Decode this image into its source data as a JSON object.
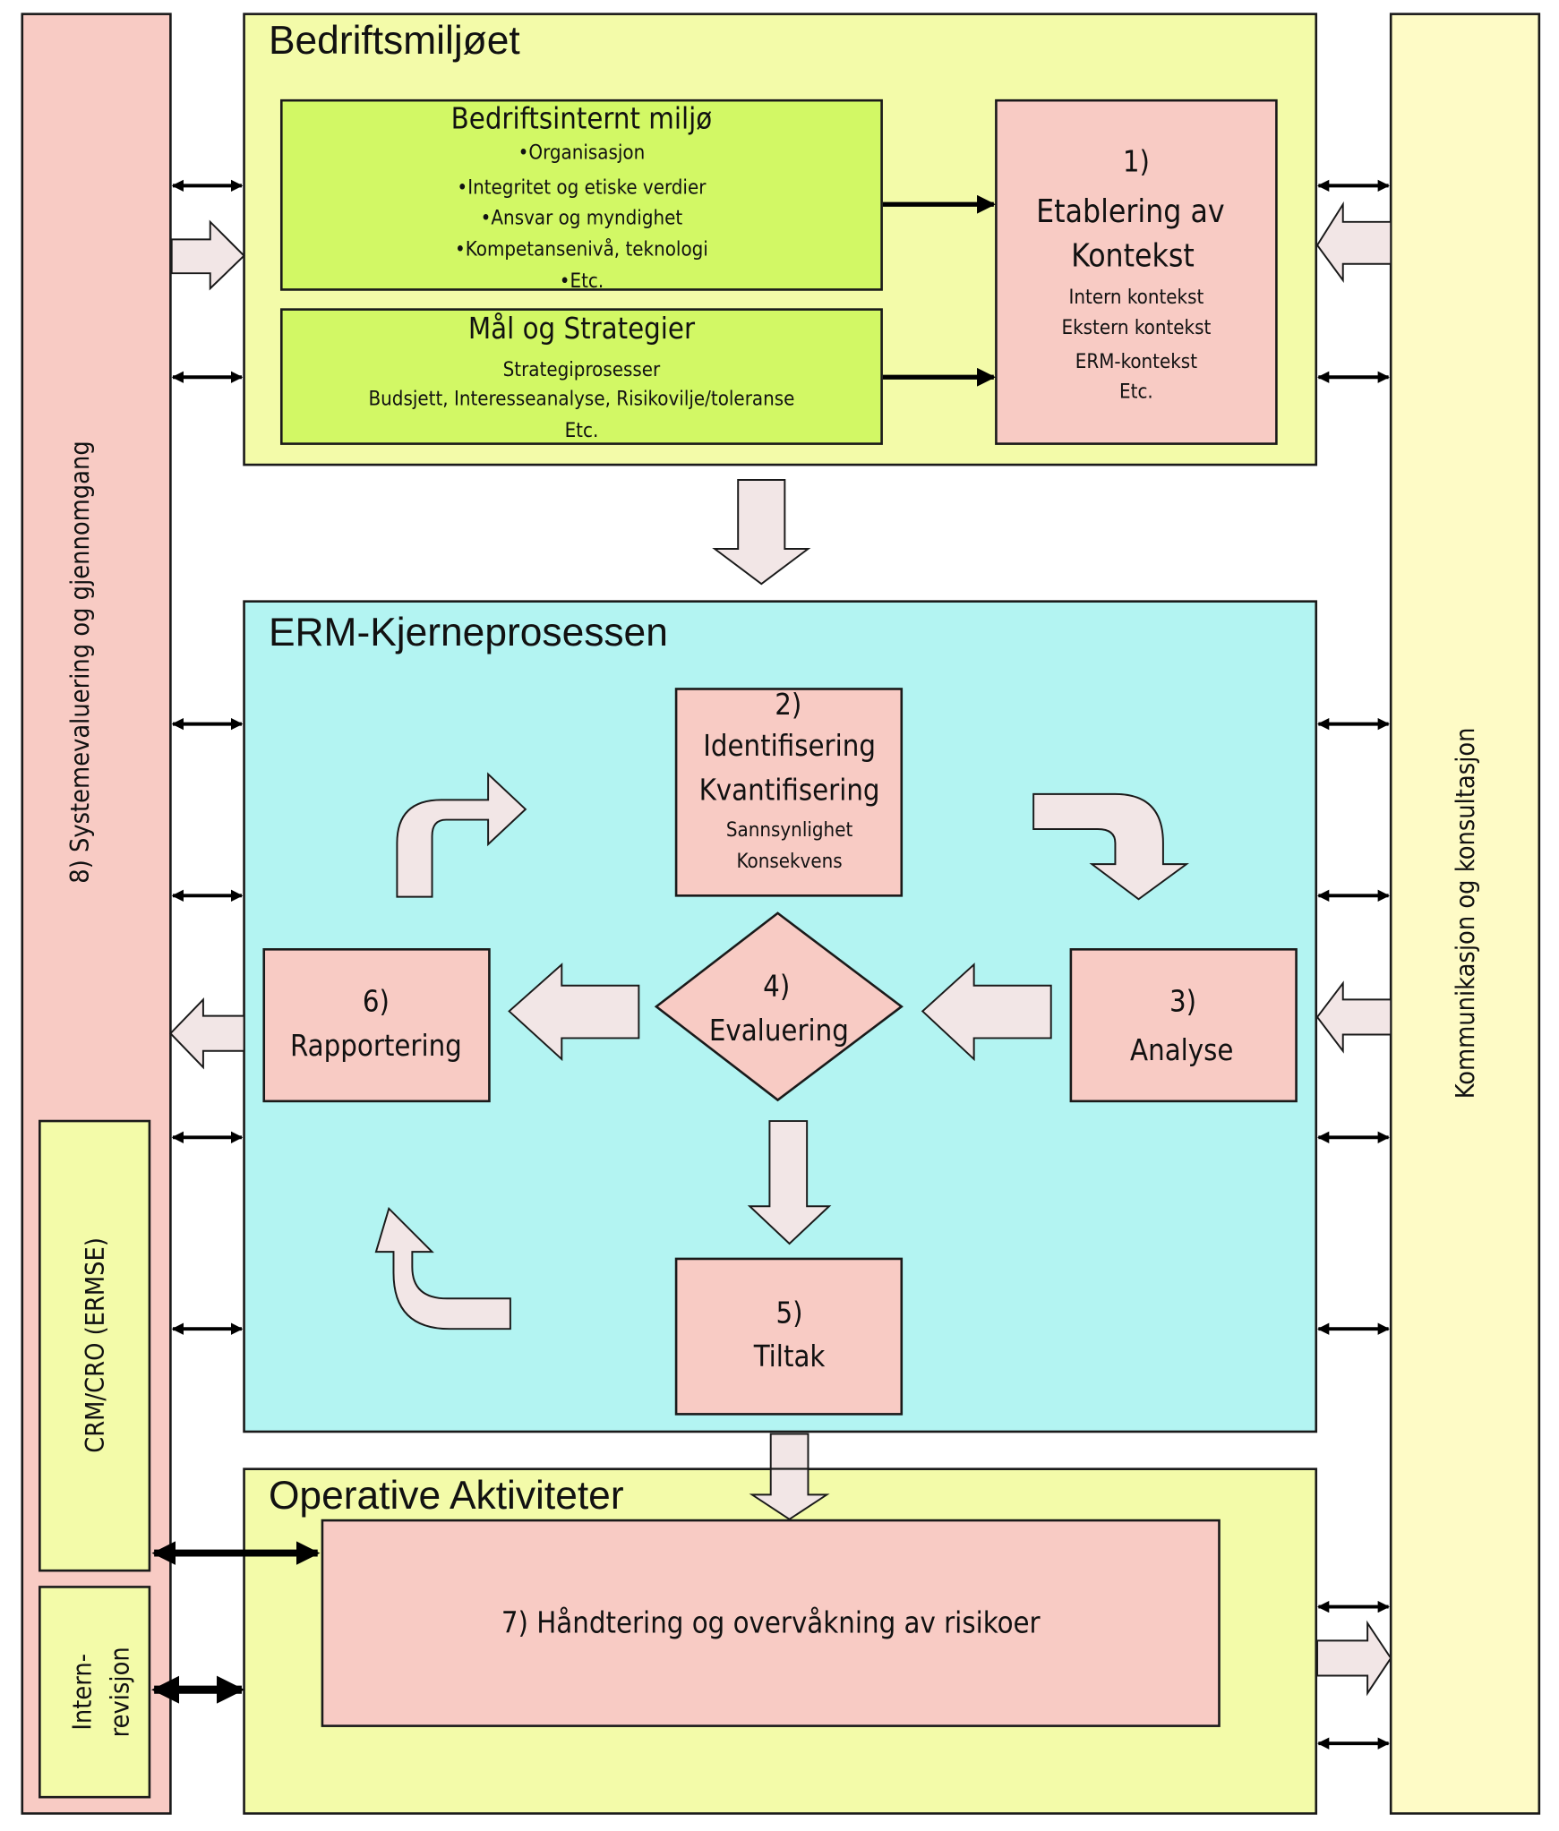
{
  "colors": {
    "pink": "#f8cbc4",
    "pale_yellow": "#f3fba9",
    "cream": "#fefbc6",
    "lime": "#d2f865",
    "cyan": "#b3f4f2",
    "arrow_fill": "#f2e6e6"
  },
  "left_column": {
    "label": "8) Systemevaluering og gjennomgang",
    "crm_label": "CRM/CRO (ERMSE)",
    "intern_line1": "Intern-",
    "intern_line2": "revisjon"
  },
  "right_column": {
    "label": "Kommunikasjon og konsultasjon"
  },
  "bedriftsmiljoet": {
    "title": "Bedriftsmiljøet",
    "internal": {
      "title": "Bedriftsinternt miljø",
      "items": [
        "•Organisasjon",
        "•Integritet og etiske verdier",
        "•Ansvar og myndighet",
        "•Kompetansenivå, teknologi",
        "•Etc."
      ]
    },
    "goals": {
      "title": "Mål og Strategier",
      "lines": [
        "Strategiprosesser",
        "Budsjett,  Interesseanalyse, Risikovilje/toleranse",
        "Etc."
      ]
    },
    "context": {
      "number": "1)",
      "title_line1": "Etablering av",
      "title_line2": "Kontekst",
      "lines": [
        "Intern kontekst",
        "Ekstern kontekst",
        "ERM-kontekst",
        "Etc."
      ]
    }
  },
  "core": {
    "title": "ERM-Kjerneprosessen",
    "step2": {
      "number": "2)",
      "line1": "Identifisering",
      "line2": "Kvantifisering",
      "sub1": "Sannsynlighet",
      "sub2": "Konsekvens"
    },
    "step3": {
      "number": "3)",
      "label": "Analyse"
    },
    "step4": {
      "number": "4)",
      "label": "Evaluering"
    },
    "step5": {
      "number": "5)",
      "label": "Tiltak"
    },
    "step6": {
      "number": "6)",
      "label": "Rapportering"
    }
  },
  "operative": {
    "title": "Operative Aktiviteter",
    "step7": "7) Håndtering og overvåkning av risikoer"
  }
}
